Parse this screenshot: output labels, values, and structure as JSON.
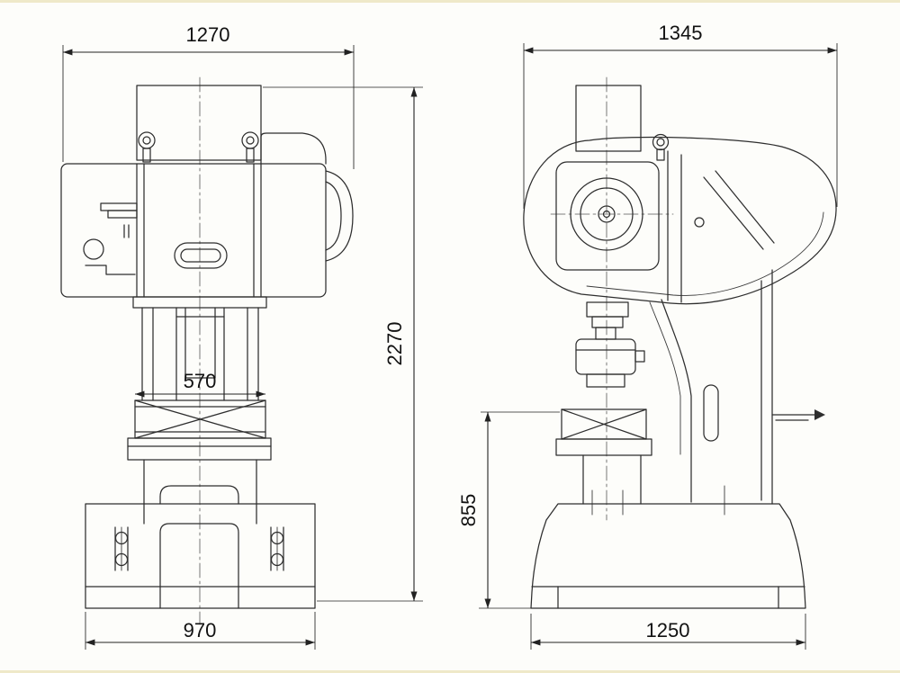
{
  "palette": {
    "paper": "#fdfdfa",
    "line": "#2e2e2e",
    "dim_line": "#222222",
    "scan_edge": "#e9e2b8"
  },
  "drawing": {
    "dimensions": {
      "front_overall_width": "1270",
      "side_overall_width": "1345",
      "overall_height": "2270",
      "column_width": "570",
      "table_height": "855",
      "front_base_width": "970",
      "side_base_width": "1250"
    }
  }
}
